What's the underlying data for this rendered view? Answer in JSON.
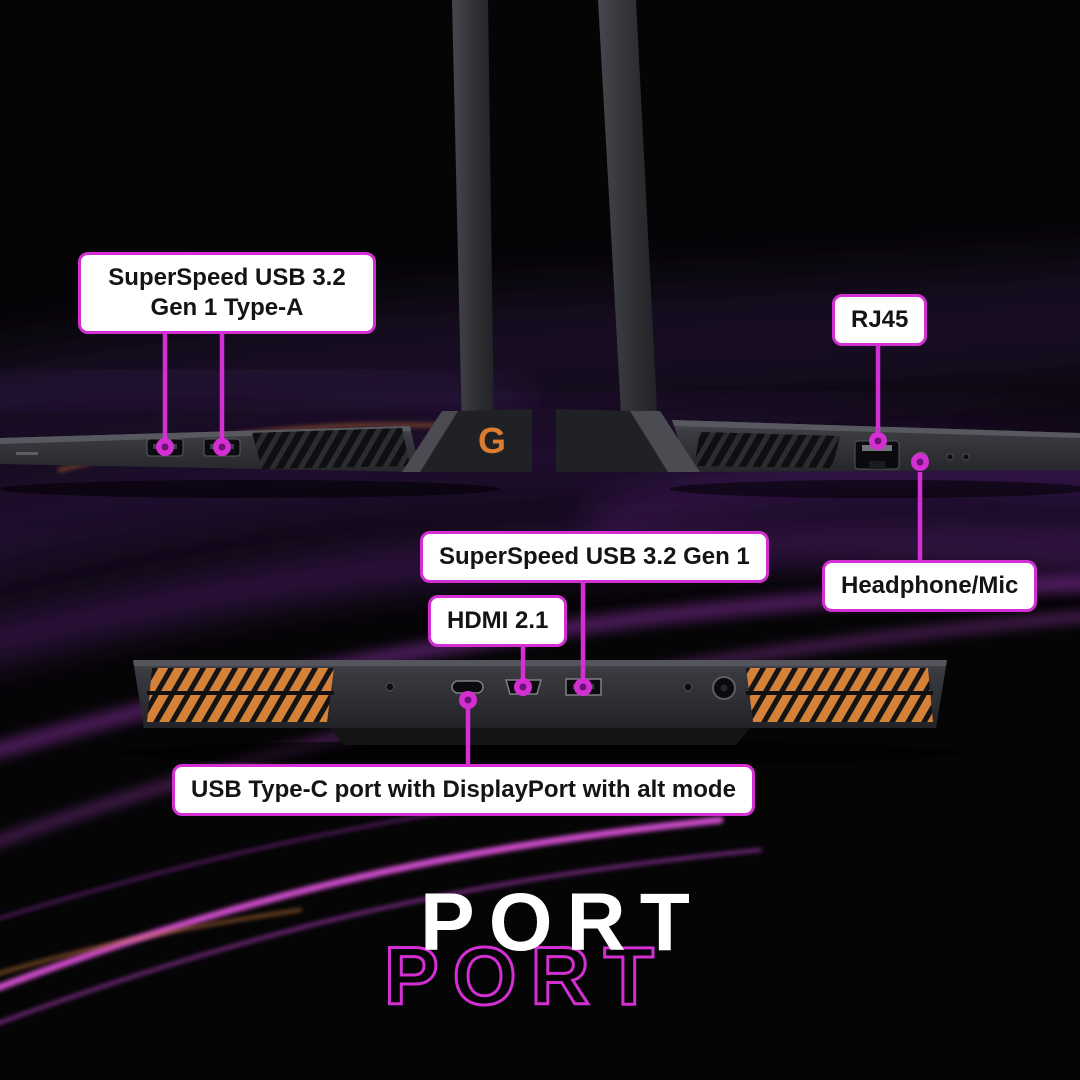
{
  "title": {
    "solid": "PORT",
    "outline": "PORT"
  },
  "logo": {
    "text": "G"
  },
  "callouts": {
    "usb_a": "SuperSpeed USB 3.2 Gen 1 Type-A",
    "rj45": "RJ45",
    "usb_rear": "SuperSpeed USB 3.2 Gen 1",
    "hdmi": "HDMI 2.1",
    "headphone": "Headphone/Mic",
    "usb_c": "USB Type-C port with DisplayPort with alt mode"
  },
  "colors": {
    "accent": "#d32fd3",
    "vent": "#d5813a",
    "logo_orange": "#dd7c31",
    "background": "#050506",
    "callout_bg": "#ffffff",
    "callout_text": "#141414"
  }
}
